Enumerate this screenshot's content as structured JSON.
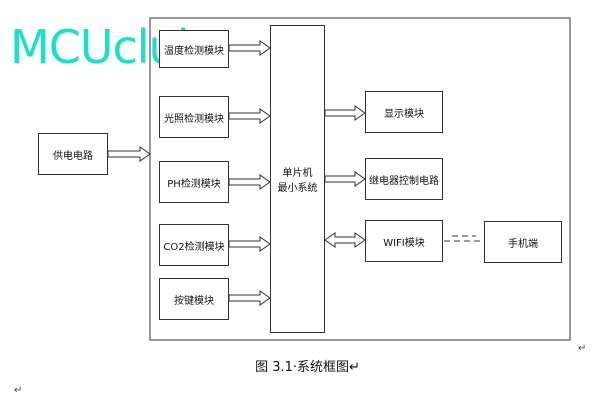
{
  "blocks": {
    "power": "供电电路",
    "temp": "温度检测模块",
    "light": "光照检测模块",
    "ph": "PH检测模块",
    "co2": "CO2检测模块",
    "keys": "按键模块",
    "mcu_line1": "单片机",
    "mcu_line2": "最小系统",
    "display": "显示模块",
    "relay": "继电器控制电路",
    "wifi": "WIFI模块",
    "phone": "手机端"
  },
  "caption": "图 3.1·系统框图↵",
  "return_mark": "↵",
  "watermark": "MCUclub"
}
